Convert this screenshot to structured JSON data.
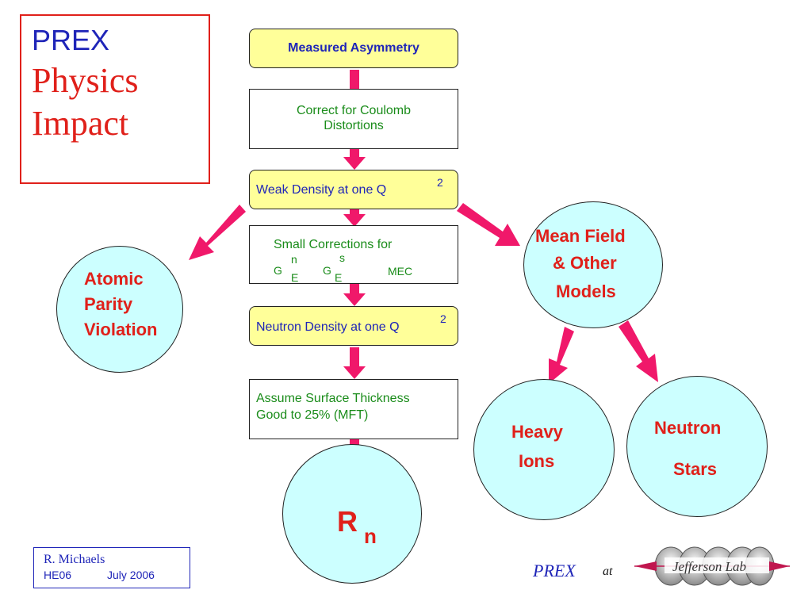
{
  "title": {
    "line1": "PREX",
    "line2": "Physics",
    "line3": "Impact"
  },
  "flow": {
    "measured": "Measured  Asymmetry",
    "coulomb": {
      "line1": "Correct  for  Coulomb",
      "line2": "Distortions"
    },
    "weak": {
      "text": "Weak  Density  at  one  Q",
      "sup": "2"
    },
    "small": {
      "line1": "Small  Corrections for",
      "g1": "G",
      "g1_sup": "n",
      "g1_sub": "E",
      "g2": "G",
      "g2_sup": "s",
      "g2_sub": "E",
      "mec": "MEC"
    },
    "neutron_density": {
      "text": "Neutron  Density at one Q",
      "sup": "2"
    },
    "assume": {
      "line1": "Assume  Surface  Thickness",
      "line2": "Good  to  25%    (MFT)"
    }
  },
  "circles": {
    "atomic": {
      "line1": "Atomic",
      "line2": "Parity",
      "line3": "Violation"
    },
    "mean_field": {
      "line1": "Mean Field",
      "line2": "&  Other",
      "line3": "Models"
    },
    "heavy_ions": {
      "line1": "Heavy",
      "line2": "Ions"
    },
    "neutron_stars": {
      "line1": "Neutron",
      "line2": "Stars"
    },
    "rn": {
      "main": "R",
      "sub": "n"
    }
  },
  "author": {
    "name": "R.  Michaels",
    "event": "HE06",
    "date": "July  2006"
  },
  "footer": {
    "prex": "PREX",
    "at": "at",
    "logo_text": "Jefferson Lab"
  },
  "colors": {
    "blue": "#1f25b8",
    "red": "#e0201a",
    "green": "#1a8c1a",
    "yellow_box": "#ffff99",
    "circle_fill": "#ccffff",
    "arrow": "#f0186a"
  }
}
